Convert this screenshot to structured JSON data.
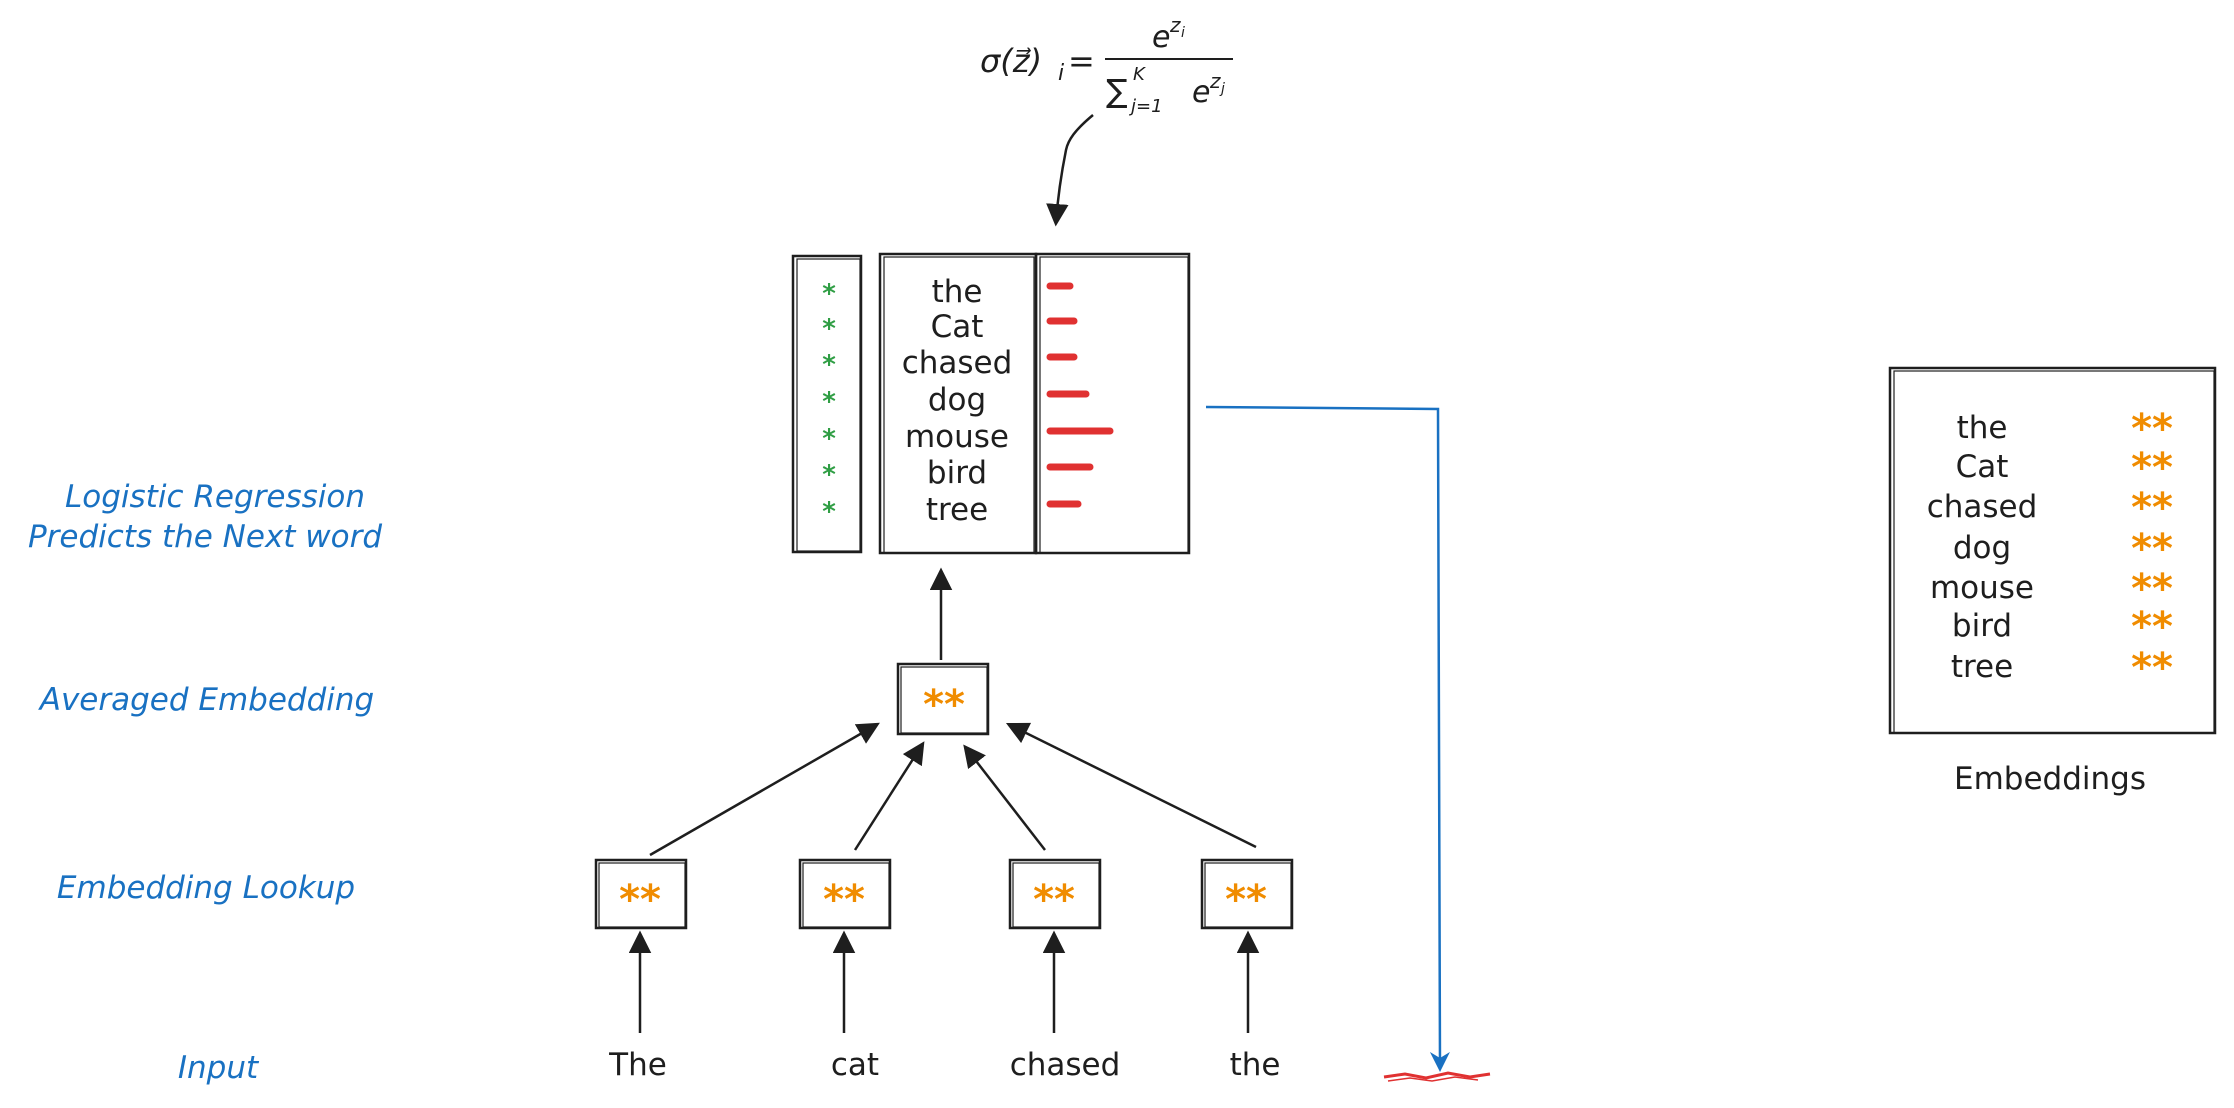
{
  "formula": {
    "lhs": "σ(z⃗)",
    "lhs_sub": "i",
    "equals": "=",
    "numerator_base": "e",
    "numerator_exp": "z",
    "numerator_exp_sub": "i",
    "denominator_sum": "∑",
    "denominator_sum_sub": "j=1",
    "denominator_sum_sup": "K",
    "denominator_base": "e",
    "denominator_exp": "z",
    "denominator_exp_sub": "j"
  },
  "side_labels": {
    "logistic_line1": "Logistic Regression",
    "logistic_line2": "Predicts the Next word",
    "averaged": "Averaged Embedding",
    "lookup": "Embedding Lookup",
    "input": "Input"
  },
  "vocab_words": [
    "the",
    "Cat",
    "chased",
    "dog",
    "mouse",
    "bird",
    "tree"
  ],
  "weight_marker": "*",
  "embedding_marker": "**",
  "probabilities": [
    0.25,
    0.3,
    0.3,
    0.45,
    0.75,
    0.5,
    0.35
  ],
  "input_words": [
    "The",
    "cat",
    "chased",
    "the"
  ],
  "embeddings_table": {
    "caption": "Embeddings",
    "words": [
      "the",
      "Cat",
      "chased",
      "dog",
      "mouse",
      "bird",
      "tree"
    ]
  },
  "colors": {
    "blue": "#1971c2",
    "orange": "#f08c00",
    "green": "#2f9e44",
    "red": "#e03131",
    "ink": "#1e1e1e"
  }
}
